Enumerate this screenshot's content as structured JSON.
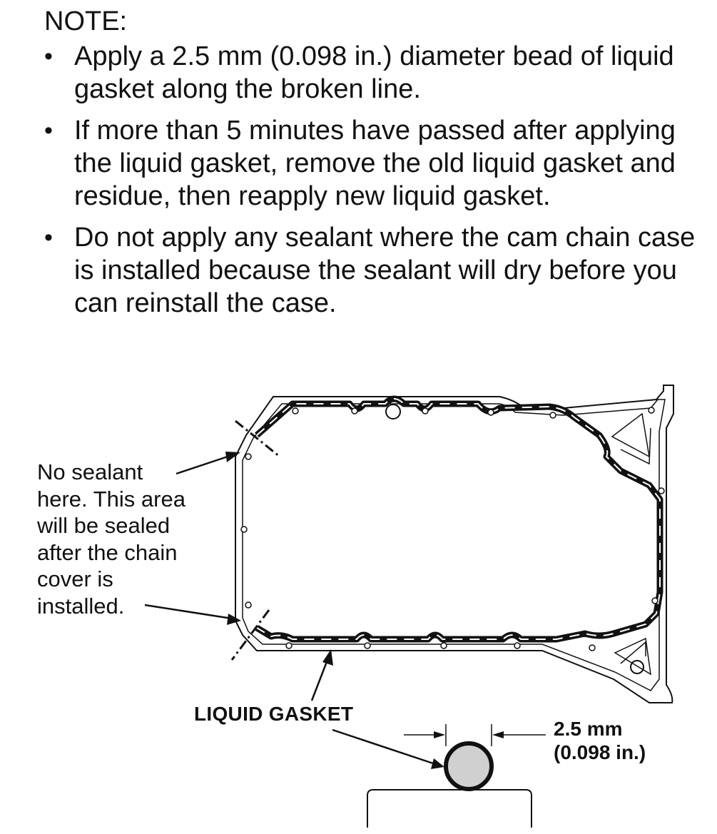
{
  "note": {
    "title": "NOTE:",
    "bullets": [
      "Apply a 2.5 mm (0.098 in.) diameter bead of liquid gasket along the broken line.",
      "If more than 5 minutes have passed after applying the liquid gasket, remove the old liquid gasket and residue, then reapply new liquid gasket.",
      "Do not apply any sealant where the cam chain case is installed because the sealant will dry before you can reinstall the case."
    ]
  },
  "diagram": {
    "callout_no_sealant": {
      "lines": [
        "No sealant",
        "here. This area",
        "will be sealed",
        "after the chain",
        "cover is",
        "installed."
      ]
    },
    "label_liquid_gasket": "LIQUID GASKET",
    "dimension": {
      "metric": "2.5 mm",
      "imperial": "(0.098 in.)"
    },
    "colors": {
      "line": "#111111",
      "bead_fill": "#d0d0d0",
      "background": "#ffffff"
    }
  }
}
